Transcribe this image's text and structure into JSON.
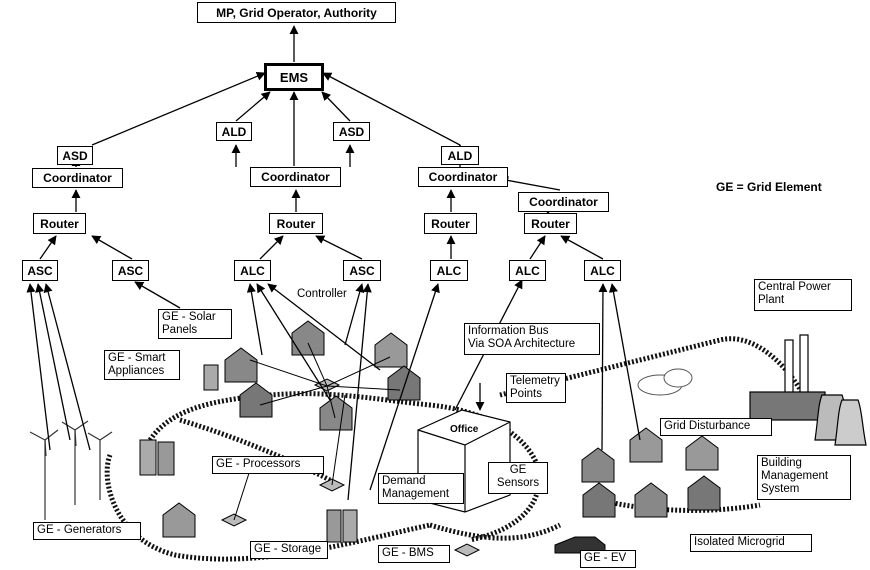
{
  "top": {
    "authority": "MP, Grid Operator, Authority",
    "ems": "EMS"
  },
  "legend": "GE = Grid Element",
  "nodes": {
    "asd_left": "ASD",
    "ald_center": "ALD",
    "asd_center": "ASD",
    "ald_right": "ALD",
    "coordinator_1": "Coordinator",
    "coordinator_2": "Coordinator",
    "coordinator_3": "Coordinator",
    "coordinator_4": "Coordinator",
    "router_1": "Router",
    "router_2": "Router",
    "router_3": "Router",
    "router_4": "Router",
    "asc_1": "ASC",
    "asc_2": "ASC",
    "alc_1": "ALC",
    "asc_3": "ASC",
    "alc_2": "ALC",
    "alc_3": "ALC",
    "alc_4": "ALC"
  },
  "labels": {
    "controller": "Controller",
    "solar_panels": "GE - Solar\nPanels",
    "smart_appliances": "GE - Smart\nAppliances",
    "information_bus": "Information Bus\nVia SOA Architecture",
    "telemetry_points": "Telemetry\nPoints",
    "central_power_plant": "Central Power\nPlant",
    "office": "Office",
    "grid_disturbance": "Grid Disturbance",
    "building_management": "Building\nManagement\nSystem",
    "processors": "GE - Processors",
    "demand_management": "Demand\nManagement",
    "ge_sensors": "GE\nSensors",
    "generators": "GE - Generators",
    "storage": "GE - Storage",
    "bms": "GE - BMS",
    "ev": "GE - EV",
    "isolated_microgrid": "Isolated Microgrid"
  }
}
